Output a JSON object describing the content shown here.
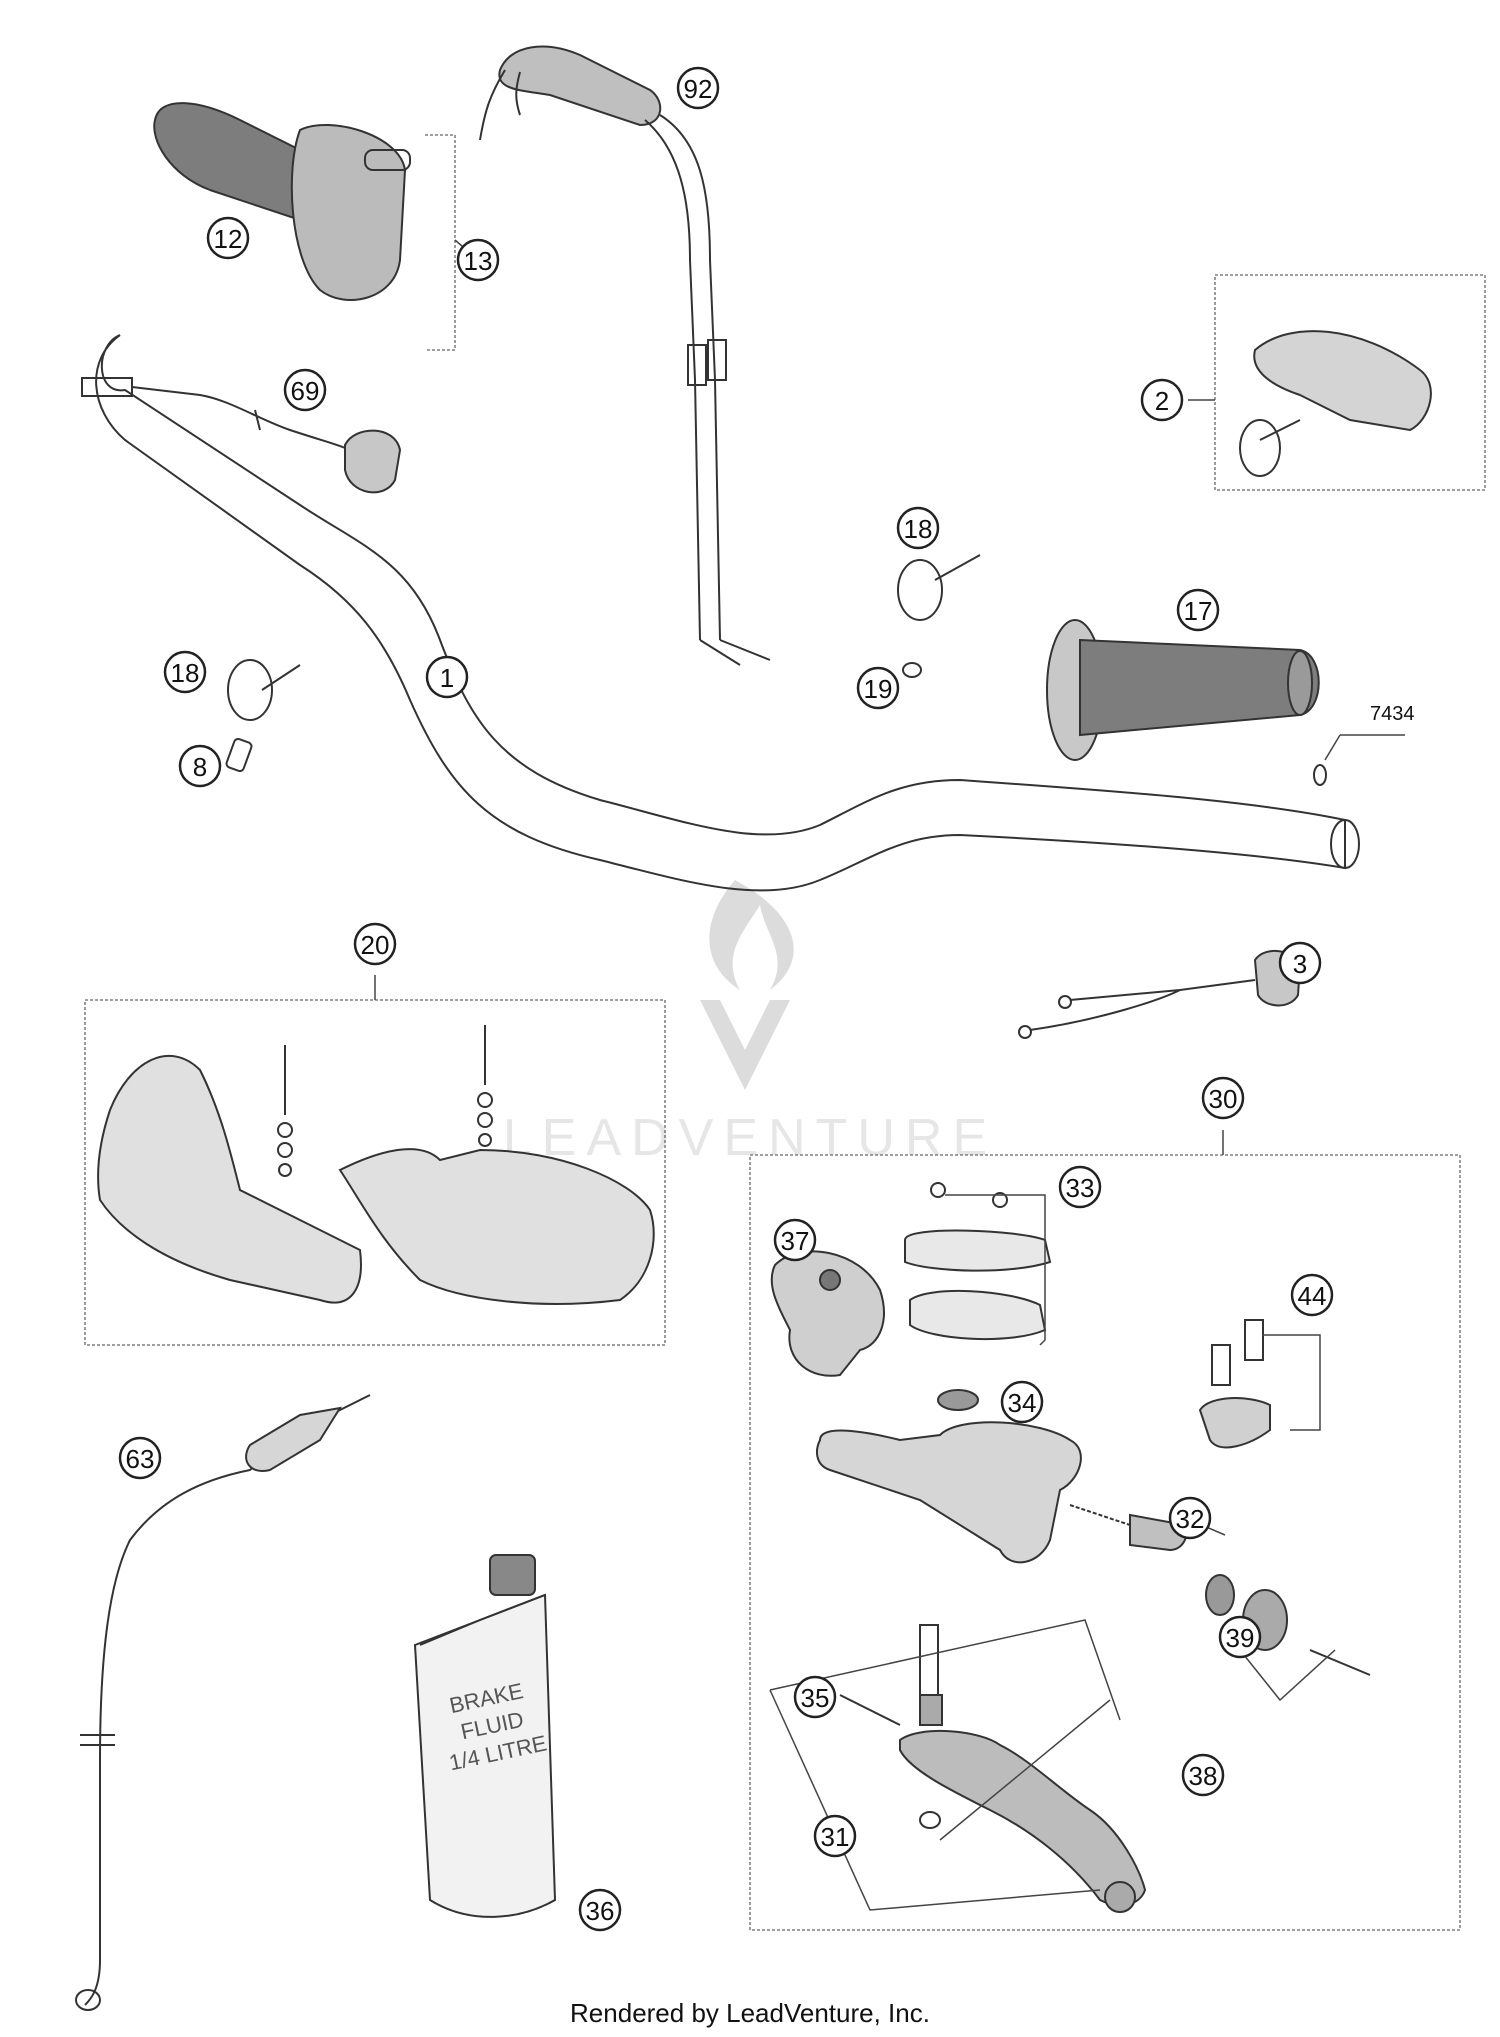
{
  "callouts": [
    {
      "id": "c12",
      "label": "12"
    },
    {
      "id": "c13",
      "label": "13"
    },
    {
      "id": "c92",
      "label": "92"
    },
    {
      "id": "c2",
      "label": "2"
    },
    {
      "id": "c69",
      "label": "69"
    },
    {
      "id": "c18a",
      "label": "18"
    },
    {
      "id": "c17",
      "label": "17"
    },
    {
      "id": "c18b",
      "label": "18"
    },
    {
      "id": "c1",
      "label": "1"
    },
    {
      "id": "c19",
      "label": "19"
    },
    {
      "id": "c8",
      "label": "8"
    },
    {
      "id": "c20",
      "label": "20"
    },
    {
      "id": "c3",
      "label": "3"
    },
    {
      "id": "c30",
      "label": "30"
    },
    {
      "id": "c33",
      "label": "33"
    },
    {
      "id": "c37",
      "label": "37"
    },
    {
      "id": "c44",
      "label": "44"
    },
    {
      "id": "c34",
      "label": "34"
    },
    {
      "id": "c63",
      "label": "63"
    },
    {
      "id": "c32",
      "label": "32"
    },
    {
      "id": "c39",
      "label": "39"
    },
    {
      "id": "c35",
      "label": "35"
    },
    {
      "id": "c38",
      "label": "38"
    },
    {
      "id": "c31",
      "label": "31"
    },
    {
      "id": "c36",
      "label": "36"
    }
  ],
  "part_number_label": "7434",
  "bottle_text": [
    "BRAKE",
    "FLUID",
    "1/4 LITRE"
  ],
  "watermark": "LEADVENTURE",
  "footer": "Rendered by LeadVenture, Inc."
}
